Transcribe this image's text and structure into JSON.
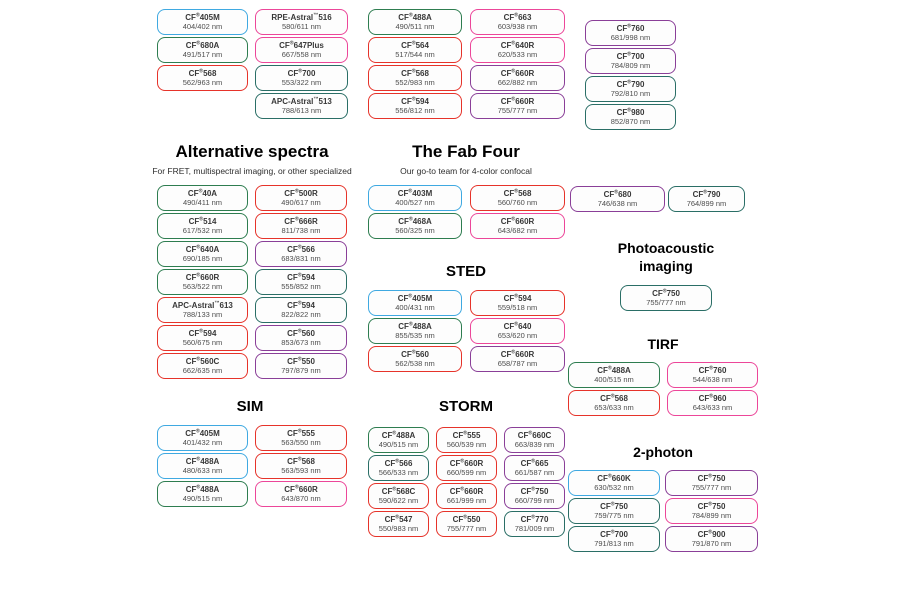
{
  "palette": {
    "blue": "#3fa9e1",
    "green": "#2e7d50",
    "red": "#e6332a",
    "pink": "#ec4699",
    "purple": "#8a3f98",
    "teal": "#2a6e66"
  },
  "sections": [
    {
      "id": "t1",
      "badges": [
        {
          "name": "CF®405M",
          "value": "404/402 nm",
          "color": "blue"
        },
        {
          "name": "CF®680A",
          "value": "491/517 nm",
          "color": "green"
        },
        {
          "name": "CF®568",
          "value": "562/963 nm",
          "color": "red"
        }
      ]
    },
    {
      "id": "t2",
      "badges": [
        {
          "name": "RPE-Astral™516",
          "value": "580/611 nm",
          "color": "pink"
        },
        {
          "name": "CF®647Plus",
          "value": "667/558 nm",
          "color": "pink"
        },
        {
          "name": "CF®700",
          "value": "553/322 nm",
          "color": "teal"
        },
        {
          "name": "APC-Astral™513",
          "value": "788/613 nm",
          "color": "teal"
        }
      ]
    },
    {
      "id": "t3",
      "badges": [
        {
          "name": "CF®488A",
          "value": "490/511 nm",
          "color": "green"
        },
        {
          "name": "CF®564",
          "value": "517/544 nm",
          "color": "red"
        },
        {
          "name": "CF®568",
          "value": "552/983 nm",
          "color": "red"
        },
        {
          "name": "CF®594",
          "value": "556/812 nm",
          "color": "red"
        }
      ]
    },
    {
      "id": "t4",
      "badges": [
        {
          "name": "CF®663",
          "value": "603/938 nm",
          "color": "pink"
        },
        {
          "name": "CF®640R",
          "value": "620/533 nm",
          "color": "pink"
        },
        {
          "name": "CF®660R",
          "value": "662/882 nm",
          "color": "purple"
        },
        {
          "name": "CF®660R",
          "value": "755/777 nm",
          "color": "purple"
        }
      ]
    },
    {
      "id": "t5",
      "badges": [
        {
          "name": "CF®760",
          "value": "681/998 nm",
          "color": "purple"
        },
        {
          "name": "CF®700",
          "value": "784/809 nm",
          "color": "purple"
        },
        {
          "name": "CF®790",
          "value": "792/810 nm",
          "color": "teal"
        },
        {
          "name": "CF®980",
          "value": "852/870 nm",
          "color": "teal"
        }
      ]
    },
    {
      "id": "alt",
      "title": "Alternative spectra",
      "subtitle": "For FRET, multispectral imaging, or other specialized",
      "badges": [
        {
          "name": "CF®40A",
          "value": "490/411 nm",
          "color": "green"
        },
        {
          "name": "CF®500R",
          "value": "490/617 nm",
          "color": "red"
        },
        {
          "name": "CF®514",
          "value": "617/532 nm",
          "color": "green"
        },
        {
          "name": "CF®666R",
          "value": "811/738 nm",
          "color": "red"
        },
        {
          "name": "CF®640A",
          "value": "690/185 nm",
          "color": "green"
        },
        {
          "name": "CF®566",
          "value": "683/831 nm",
          "color": "purple"
        },
        {
          "name": "CF®660R",
          "value": "563/522 nm",
          "color": "green"
        },
        {
          "name": "CF®594",
          "value": "555/852 nm",
          "color": "teal"
        },
        {
          "name": "APC-Astral™613",
          "value": "788/133 nm",
          "color": "red"
        },
        {
          "name": "CF®594",
          "value": "822/822 nm",
          "color": "teal"
        },
        {
          "name": "CF®594",
          "value": "560/675 nm",
          "color": "red"
        },
        {
          "name": "CF®560",
          "value": "853/673 nm",
          "color": "purple"
        },
        {
          "name": "CF®560C",
          "value": "662/635 nm",
          "color": "red"
        },
        {
          "name": "CF®550",
          "value": "797/879 nm",
          "color": "purple"
        }
      ]
    },
    {
      "id": "fab",
      "title": "The Fab Four",
      "subtitle": "Our go-to team for 4-color confocal",
      "badges": [
        {
          "name": "CF®403M",
          "value": "400/527 nm",
          "color": "blue"
        },
        {
          "name": "CF®568",
          "value": "560/760 nm",
          "color": "red"
        },
        {
          "name": "CF®468A",
          "value": "560/325 nm",
          "color": "green"
        },
        {
          "name": "CF®660R",
          "value": "643/682 nm",
          "color": "pink"
        }
      ]
    },
    {
      "id": "sted",
      "title": "STED",
      "badges": [
        {
          "name": "CF®405M",
          "value": "400/431 nm",
          "color": "blue"
        },
        {
          "name": "CF®594",
          "value": "559/518 nm",
          "color": "red"
        },
        {
          "name": "CF®488A",
          "value": "855/535 nm",
          "color": "green"
        },
        {
          "name": "CF®640",
          "value": "653/620 nm",
          "color": "pink"
        },
        {
          "name": "CF®560",
          "value": "562/538 nm",
          "color": "red"
        },
        {
          "name": "CF®660R",
          "value": "658/787 nm",
          "color": "purple"
        }
      ]
    },
    {
      "id": "sim",
      "title": "SIM",
      "badges": [
        {
          "name": "CF®405M",
          "value": "401/432 nm",
          "color": "blue"
        },
        {
          "name": "CF®555",
          "value": "563/550 nm",
          "color": "red"
        },
        {
          "name": "CF®488A",
          "value": "480/633 nm",
          "color": "blue"
        },
        {
          "name": "CF®568",
          "value": "563/593 nm",
          "color": "red"
        },
        {
          "name": "CF®488A",
          "value": "490/515 nm",
          "color": "green"
        },
        {
          "name": "CF®660R",
          "value": "643/870 nm",
          "color": "pink"
        }
      ]
    },
    {
      "id": "storm",
      "title": "STORM",
      "badges": [
        {
          "name": "CF®488A",
          "value": "490/515 nm",
          "color": "green"
        },
        {
          "name": "CF®555",
          "value": "560/539 nm",
          "color": "red"
        },
        {
          "name": "CF®660C",
          "value": "663/839 nm",
          "color": "purple"
        },
        {
          "name": "CF®566",
          "value": "566/533 nm",
          "color": "teal"
        },
        {
          "name": "CF®660R",
          "value": "660/599 nm",
          "color": "red"
        },
        {
          "name": "CF®665",
          "value": "661/587 nm",
          "color": "purple"
        },
        {
          "name": "CF®568C",
          "value": "590/622 nm",
          "color": "red"
        },
        {
          "name": "CF®660R",
          "value": "661/999 nm",
          "color": "red"
        },
        {
          "name": "CF®750",
          "value": "660/799 nm",
          "color": "purple"
        },
        {
          "name": "CF®547",
          "value": "550/983 nm",
          "color": "red"
        },
        {
          "name": "CF®550",
          "value": "755/777 nm",
          "color": "red"
        },
        {
          "name": "CF®770",
          "value": "781/009 nm",
          "color": "teal"
        }
      ]
    },
    {
      "id": "pair",
      "badges": [
        {
          "name": "CF®680",
          "value": "746/638 nm",
          "color": "purple"
        },
        {
          "name": "CF®790",
          "value": "764/899 nm",
          "color": "teal"
        }
      ]
    },
    {
      "id": "photo",
      "title": "Photoacoustic imaging",
      "badges": [
        {
          "name": "CF®750",
          "value": "755/777 nm",
          "color": "teal"
        }
      ]
    },
    {
      "id": "tirf",
      "title": "TIRF",
      "badges": [
        {
          "name": "CF®488A",
          "value": "400/515 nm",
          "color": "green"
        },
        {
          "name": "CF®760",
          "value": "544/638 nm",
          "color": "pink"
        },
        {
          "name": "CF®568",
          "value": "653/633 nm",
          "color": "red"
        },
        {
          "name": "CF®960",
          "value": "643/633 nm",
          "color": "pink"
        }
      ]
    },
    {
      "id": "2p",
      "title": "2-photon",
      "badges": [
        {
          "name": "CF®660K",
          "value": "630/532 nm",
          "color": "blue"
        },
        {
          "name": "CF®750",
          "value": "755/777 nm",
          "color": "purple"
        },
        {
          "name": "CF®750",
          "value": "759/775 nm",
          "color": "teal"
        },
        {
          "name": "CF®750",
          "value": "784/899 nm",
          "color": "pink"
        },
        {
          "name": "CF®700",
          "value": "791/813 nm",
          "color": "teal"
        },
        {
          "name": "CF®900",
          "value": "791/870 nm",
          "color": "purple"
        }
      ]
    }
  ]
}
